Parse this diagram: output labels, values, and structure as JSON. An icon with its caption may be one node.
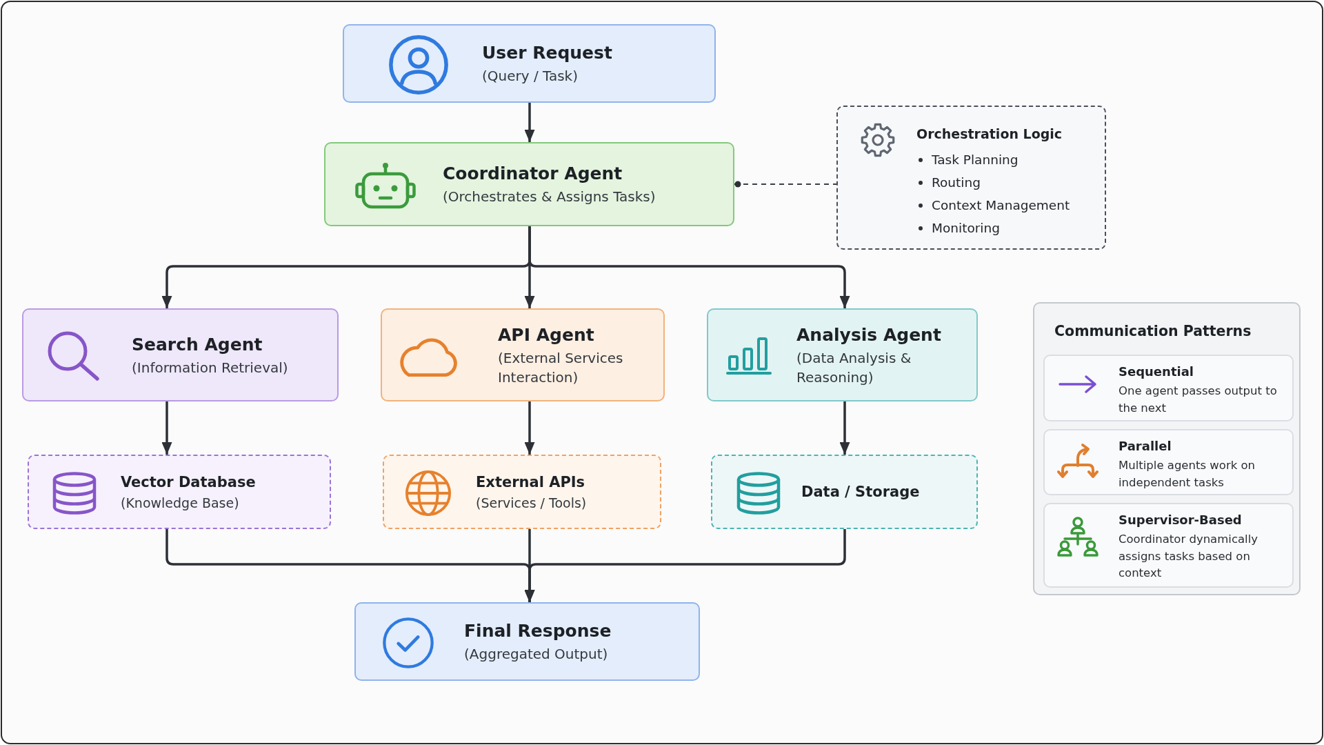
{
  "diagram": {
    "nodes": [
      {
        "text": [
          "User Request",
          "(Query / Task)"
        ]
      },
      {
        "text": [
          "Coordinator Agent",
          "(Orchestrates & Assigns Tasks)"
        ]
      },
      {
        "text": [
          "Orchestration Logic",
          "Task Planning",
          "Routing",
          "Context Management",
          "Monitoring"
        ]
      },
      {
        "text": [
          "Search Agent",
          "(Information Retrieval)"
        ]
      },
      {
        "text": [
          "API Agent",
          "(External Services Interaction)"
        ]
      },
      {
        "text": [
          "Analysis Agent",
          "(Data Analysis & Reasoning)"
        ]
      },
      {
        "text": [
          "Vector Database",
          "(Knowledge Base)"
        ]
      },
      {
        "text": [
          "External APIs",
          "(Services / Tools)"
        ]
      },
      {
        "text": [
          "Data / Storage"
        ]
      },
      {
        "text": [
          "Final Response",
          "(Aggregated Output)"
        ]
      },
      {
        "text": [
          "Communication Patterns"
        ]
      },
      {
        "text": [
          "Sequential",
          "One agent passes output to the next"
        ],
        "in": 10
      },
      {
        "text": [
          "Parallel",
          "Multiple agents work on independent tasks"
        ],
        "in": 10
      },
      {
        "text": [
          "Supervisor-Based",
          "Coordinator dynamically assigns tasks based on context"
        ],
        "in": 10
      }
    ],
    "edges": [
      {
        "from": 0,
        "to": 1,
        "arrow": "to"
      },
      {
        "from": 1,
        "to": 2,
        "arrow": "other",
        "style": "dashed"
      },
      {
        "from": 1,
        "to": 3,
        "arrow": "to"
      },
      {
        "from": 1,
        "to": 4,
        "arrow": "to"
      },
      {
        "from": 1,
        "to": 5,
        "arrow": "to"
      },
      {
        "from": 3,
        "to": 6,
        "arrow": "to"
      },
      {
        "from": 4,
        "to": 7,
        "arrow": "to"
      },
      {
        "from": 5,
        "to": 8,
        "arrow": "to"
      },
      {
        "from": 6,
        "to": 9,
        "arrow": "to"
      },
      {
        "from": 7,
        "to": 9,
        "arrow": "to"
      },
      {
        "from": 8,
        "to": 9,
        "arrow": "to"
      }
    ]
  }
}
